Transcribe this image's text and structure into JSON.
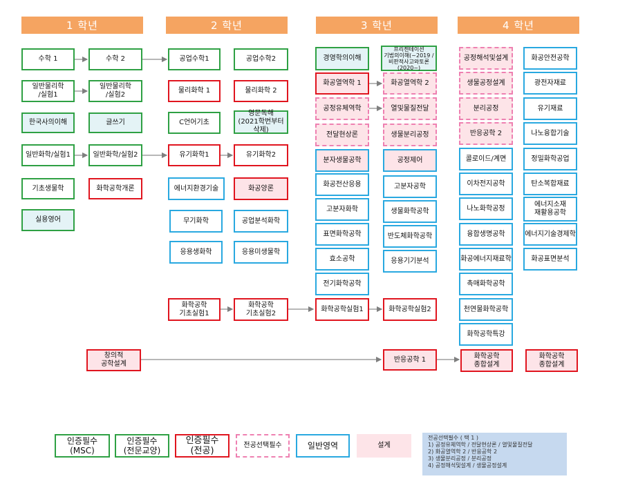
{
  "headers": [
    "1 학년",
    "2 학년",
    "3 학년",
    "4 학년"
  ],
  "courses": {
    "y1": {
      "math1": "수학 1",
      "math2": "수학 2",
      "phys1": "일반물리학\n/실험1",
      "phys2": "일반물리학\n/실험2",
      "korhist": "한국사의이해",
      "writing": "글쓰기",
      "chem1": "일반화학/실험1",
      "chem2": "일반화학/실험2",
      "bio": "기초생물학",
      "chemeng_intro": "화학공학개론",
      "english": "실용영어"
    },
    "y2": {
      "engmath1": "공업수학1",
      "engmath2": "공업수학2",
      "physchem1": "물리화학 1",
      "physchem2": "물리화학 2",
      "clang": "C언어기초",
      "engread": "영문독해\n(2021학번부터 삭제)",
      "orgchem1": "유기화학1",
      "orgchem2": "유기화학2",
      "energy_env": "에너지환경기술",
      "sem": "화공양론",
      "inorg": "무기화학",
      "analysis": "공업분석화학",
      "applbio": "응용생화학",
      "applmicro": "응용미생물학",
      "lab1": "화학공학\n기초실험1",
      "lab2": "화학공학\n기초실험2"
    },
    "y3": {
      "mgmt": "경영학의이해",
      "present": "프리젠테이션\n기법의이해(~2019 /\n비판적사고와토론(2020~)",
      "thermo1": "화공열역학 1",
      "thermo2": "화공열역학 2",
      "fluid": "공정유체역학",
      "heatmass": "열및물질전달",
      "transport": "전달현상론",
      "biosep": "생물분리공정",
      "molbio": "분자생물공학",
      "control": "공정제어",
      "comp": "화공전산응용",
      "polymer": "고분자공학",
      "polysci": "고분자화학",
      "bioeng": "생물화학공학",
      "surface": "표면화학공학",
      "semicon": "반도체화학공학",
      "enzyme": "효소공학",
      "instrument": "응용기기분석",
      "electro": "전기화학공학",
      "labA": "화학공학실험1",
      "labB": "화학공학실험2",
      "reaction1": "반응공학 1"
    },
    "y4": {
      "procanal": "공정해석및설계",
      "safety": "화공안전공학",
      "bioproc": "생물공정설계",
      "electron": "광전자재료",
      "sepproc": "분리공정",
      "organic": "유기재료",
      "reaction2": "반응공학 2",
      "nano_fusion": "나노융합기술",
      "colloid": "콜로이드/계면",
      "finechem": "정밀화학공업",
      "battery": "이차전지공학",
      "carbon": "탄소복합재료",
      "nanochem": "나노화학공정",
      "energy_mat": "에너지소재\n재활용공학",
      "fusionbio": "융합생명공학",
      "energy_econ": "에너지기술경제학",
      "energy_engmat": "화공에너지재료학",
      "surface_anal": "화공표면분석",
      "catalysis": "촉매화학공학",
      "natural": "천연물화학공학",
      "special": "화학공학특강",
      "capstone1": "화학공학\n종합설계",
      "capstone2": "화학공학\n종합설계"
    },
    "creative": "창의적\n공학설계"
  },
  "legend": [
    "인증필수\n(MSC)",
    "인증필수\n(전문교양)",
    "인증필수\n(전공)",
    "전공선택필수",
    "일반영역",
    "설계"
  ],
  "note": {
    "title": "전공선택필수 ( 택 1 )",
    "lines": [
      "1) 공정유체역학 / 전달현상론 / 열및물질전달",
      "2) 화공열역학 2 / 반응공학 2",
      "3) 생물분리공정 / 분리공정",
      "4) 공정해석및설계 / 생물공정설계"
    ]
  },
  "colors": {
    "header": "#f5a461",
    "msc": "#2ea043",
    "major": "#e0141e",
    "elective_required": "#ee80b1",
    "general": "#28a8e0",
    "design_fill": "#fde4e8",
    "liberal_fill": "#e4f3f6"
  }
}
